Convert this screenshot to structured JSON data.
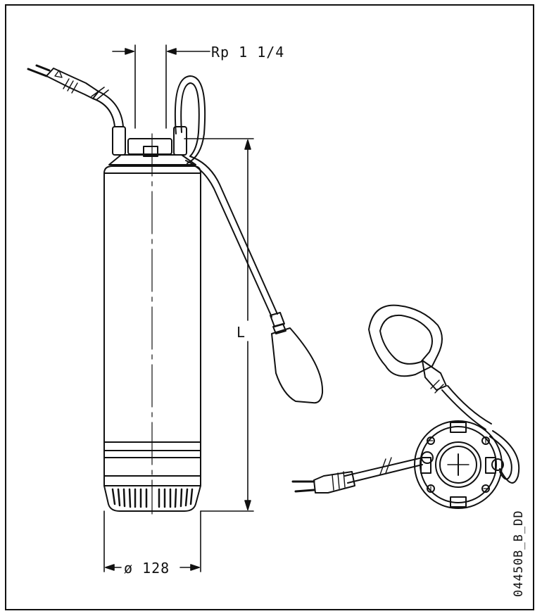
{
  "labels": {
    "thread": "Rp 1 1/4",
    "length": "L",
    "diameter": "ø 128",
    "drawing_code": "04450B_B_DD"
  },
  "colors": {
    "line": "#111111",
    "background": "#ffffff"
  }
}
